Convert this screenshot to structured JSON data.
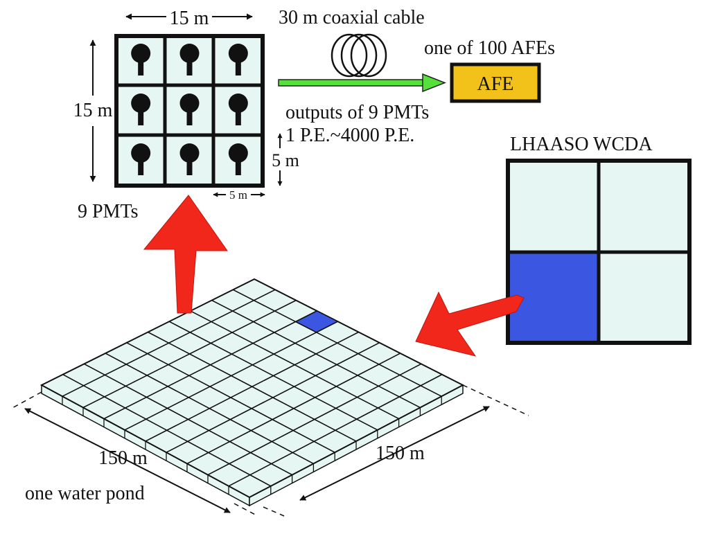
{
  "labels": {
    "cell_width": "15 m",
    "cell_height": "15 m",
    "cable": "30 m coaxial cable",
    "afe_count": "one of 100 AFEs",
    "afe": "AFE",
    "outputs": "outputs of 9 PMTs",
    "pe_range": "1 P.E.~4000 P.E.",
    "sub_height": "5 m",
    "sub_width": "5 m",
    "pmts": "9 PMTs",
    "wcda": "LHAASO WCDA",
    "pond_width_left": "150 m",
    "pond_width_right": "150 m",
    "pond": "one water pond"
  },
  "structure": {
    "cell_pmt_grid": [
      3,
      3
    ],
    "pond_grid": [
      10,
      10
    ],
    "highlighted_pond_cell": [
      0,
      3
    ],
    "wcda_grid": [
      2,
      2
    ],
    "highlighted_wcda_quadrant": "bottom-left"
  },
  "colors": {
    "cell_fill": "#e6f7f3",
    "highlight": "#3b56e0",
    "afe_fill": "#f2c21a",
    "cable_arrow": "#55e03a",
    "big_arrow": "#f2271c",
    "line": "#111111"
  }
}
